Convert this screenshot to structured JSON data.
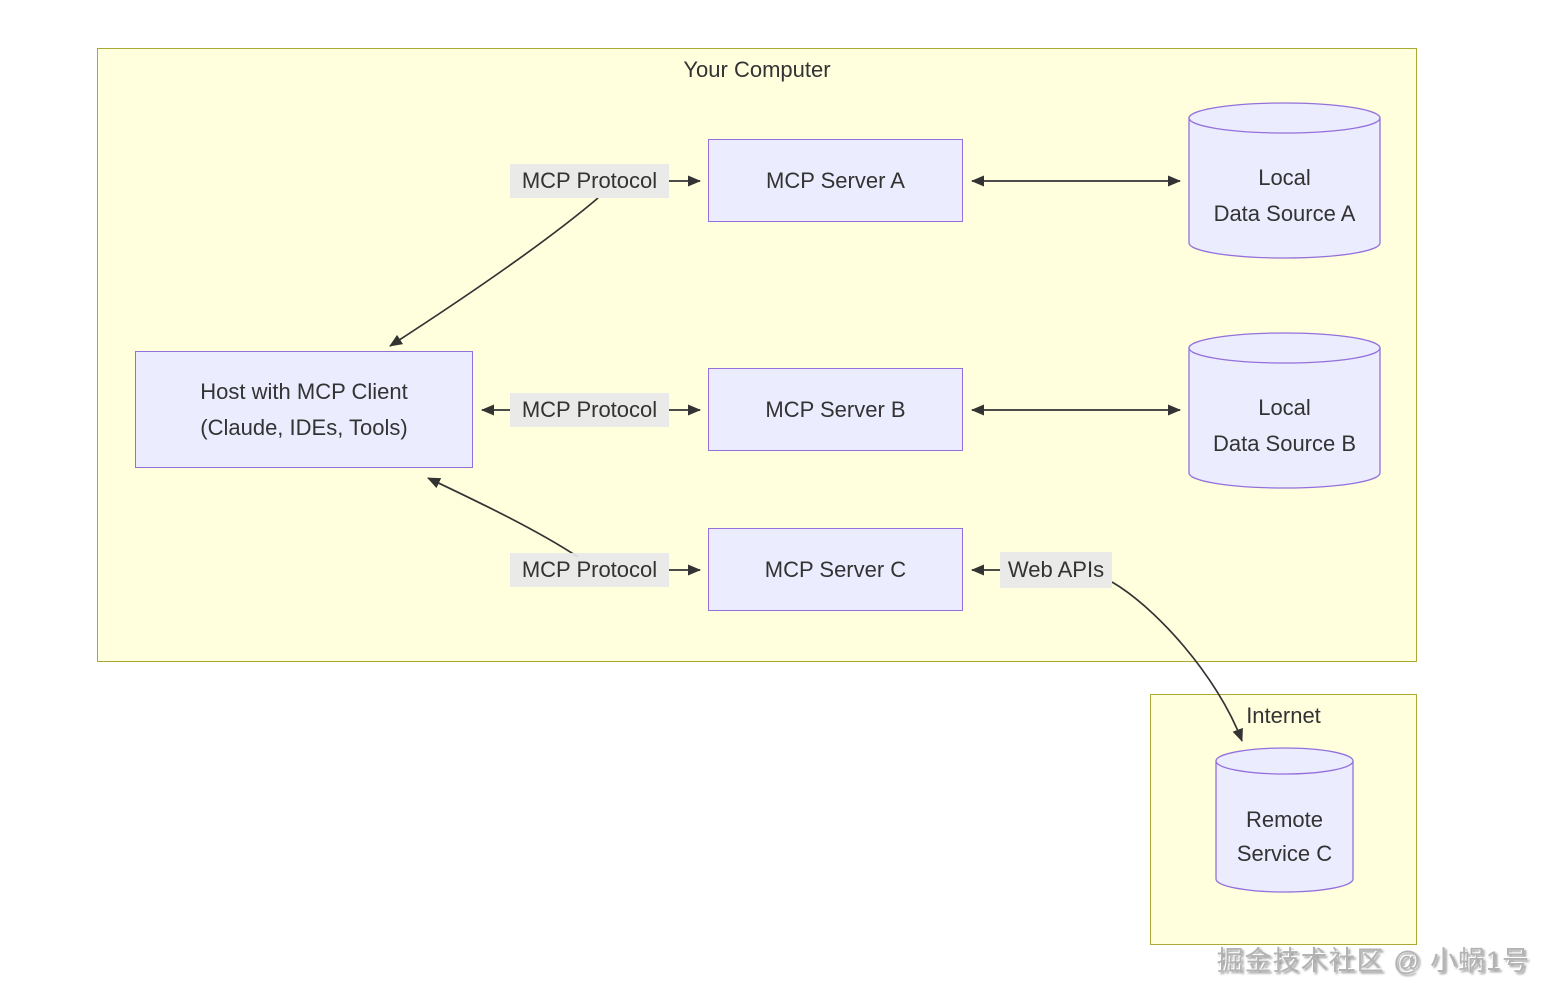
{
  "clusters": {
    "your_computer": {
      "title": "Your Computer"
    },
    "internet": {
      "title": "Internet"
    }
  },
  "nodes": {
    "host": {
      "line1": "Host with MCP Client",
      "line2": "(Claude, IDEs, Tools)"
    },
    "server_a": {
      "label": "MCP Server A"
    },
    "server_b": {
      "label": "MCP Server B"
    },
    "server_c": {
      "label": "MCP Server C"
    },
    "data_source_a": {
      "line1": "Local",
      "line2": "Data Source A"
    },
    "data_source_b": {
      "line1": "Local",
      "line2": "Data Source B"
    },
    "remote_service_c": {
      "line1": "Remote",
      "line2": "Service C"
    }
  },
  "edge_labels": {
    "mcp_protocol_a": "MCP Protocol",
    "mcp_protocol_b": "MCP Protocol",
    "mcp_protocol_c": "MCP Protocol",
    "web_apis": "Web APIs"
  },
  "watermark": "掘金技术社区 @ 小蜗1号",
  "colors": {
    "cluster_fill": "#ffffde",
    "cluster_border": "#aaaa33",
    "node_fill": "#ECECFF",
    "node_border": "#9370DB",
    "edge_label_bg": "#e8e8e8",
    "text": "#333333",
    "arrow": "#333333"
  }
}
